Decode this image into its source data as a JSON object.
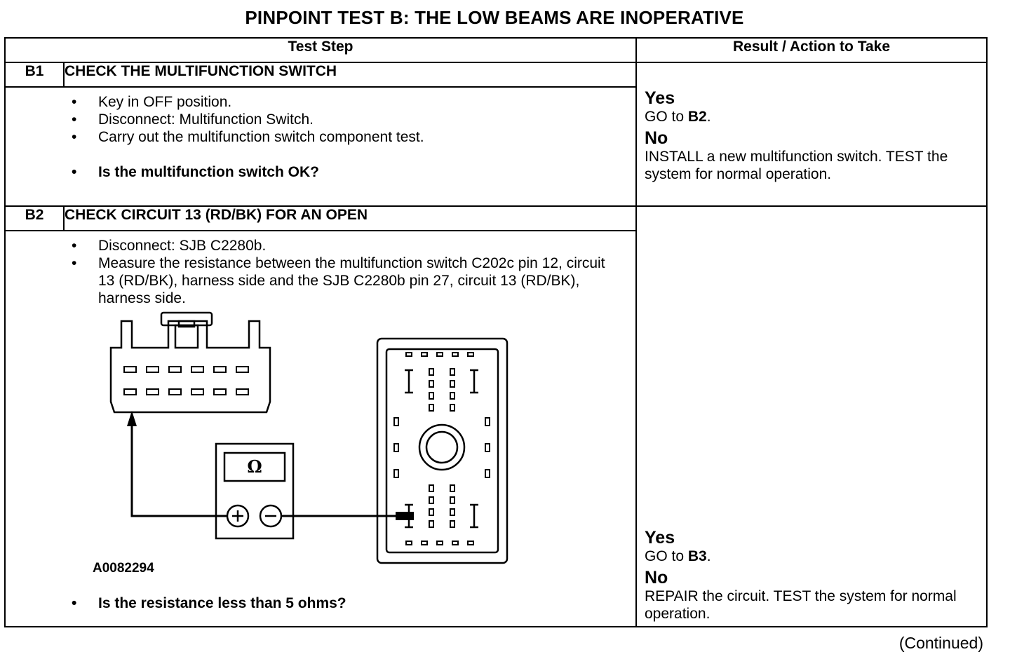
{
  "page": {
    "title": "PINPOINT TEST B: THE LOW BEAMS ARE INOPERATIVE",
    "continued": "(Continued)"
  },
  "table": {
    "col_test_step": "Test Step",
    "col_result": "Result / Action to Take"
  },
  "steps": [
    {
      "id": "B1",
      "title": "CHECK THE MULTIFUNCTION SWITCH",
      "actions": [
        "Key in OFF position.",
        "Disconnect: Multifunction Switch.",
        "Carry out the multifunction switch component test."
      ],
      "question": "Is the multifunction switch OK?",
      "yes_label": "Yes",
      "yes_text_prefix": "GO to ",
      "yes_target": "B2",
      "yes_text_suffix": ".",
      "no_label": "No",
      "no_text": "INSTALL a new multifunction switch. TEST the system for normal operation."
    },
    {
      "id": "B2",
      "title": "CHECK CIRCUIT 13 (RD/BK) FOR AN OPEN",
      "actions": [
        "Disconnect: SJB C2280b.",
        "Measure the resistance between the multifunction switch C202c pin 12, circuit 13 (RD/BK), harness side and the SJB C2280b pin 27, circuit 13 (RD/BK), harness side."
      ],
      "figure_id": "A0082294",
      "meter_symbol": "Ω",
      "question": "Is the resistance less than 5 ohms?",
      "yes_label": "Yes",
      "yes_text_prefix": "GO to ",
      "yes_target": "B3",
      "yes_text_suffix": ".",
      "no_label": "No",
      "no_text": "REPAIR the circuit. TEST the system for normal operation."
    }
  ]
}
